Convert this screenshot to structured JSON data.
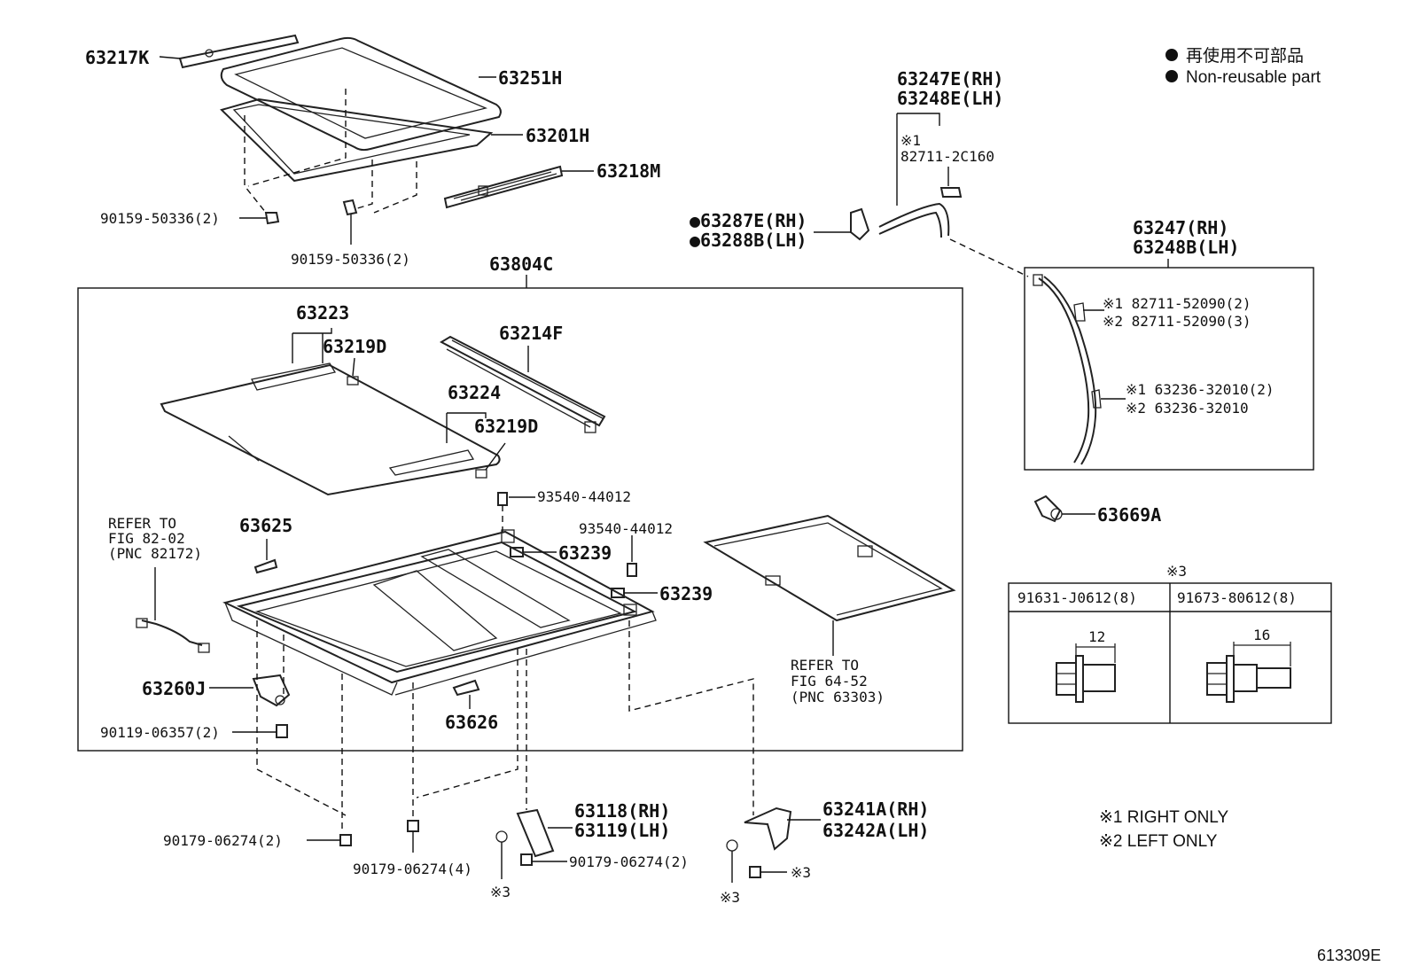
{
  "legend": {
    "jp": "再使用不可部品",
    "en": "Non-reusable part"
  },
  "notes": {
    "n1": "※1  RIGHT ONLY",
    "n2": "※2  LEFT ONLY"
  },
  "figure_code": "613309E",
  "labels": {
    "p63217K": "63217K",
    "p63251H": "63251H",
    "p63201H": "63201H",
    "p63218M": "63218M",
    "b90159a": "90159-50336(2)",
    "b90159b": "90159-50336(2)",
    "p63804C": "63804C",
    "p63247E": "63247E(RH)",
    "p63248E": "63248E(LH)",
    "m1a": "※1",
    "p82711_2C160": "82711-2C160",
    "p63287E": "●63287E(RH)",
    "p63288B": "●63288B(LH)",
    "p63247": "63247(RH)",
    "p63248B": "63248B(LH)",
    "c1a": "※1 82711-52090(2)",
    "c2a": "※2 82711-52090(3)",
    "c1b": "※1 63236-32010(2)",
    "c2b": "※2 63236-32010",
    "p63669A": "63669A",
    "m3box": "※3",
    "bolt1": "91631-J0612(8)",
    "bolt2": "91673-80612(8)",
    "dim1": "12",
    "dim2": "16",
    "p63223": "63223",
    "p63219D_a": "63219D",
    "p63214F": "63214F",
    "p63224": "63224",
    "p63219D_b": "63219D",
    "p93540_a": "93540-44012",
    "p93540_b": "93540-44012",
    "p63625": "63625",
    "p63239_a": "63239",
    "p63239_b": "63239",
    "refA1": "REFER TO",
    "refA2": "FIG 82-02",
    "refA3": "(PNC 82172)",
    "refB1": "REFER TO",
    "refB2": "FIG 64-52",
    "refB3": "(PNC 63303)",
    "p63260J": "63260J",
    "p90119": "90119-06357(2)",
    "p63626": "63626",
    "p90179_a": "90179-06274(2)",
    "p90179_b": "90179-06274(4)",
    "p63118": "63118(RH)",
    "p63119": "63119(LH)",
    "p90179_c": "90179-06274(2)",
    "p63241A": "63241A(RH)",
    "p63242A": "63242A(LH)",
    "m3a": "※3",
    "m3b": "※3",
    "m3c": "※3"
  }
}
